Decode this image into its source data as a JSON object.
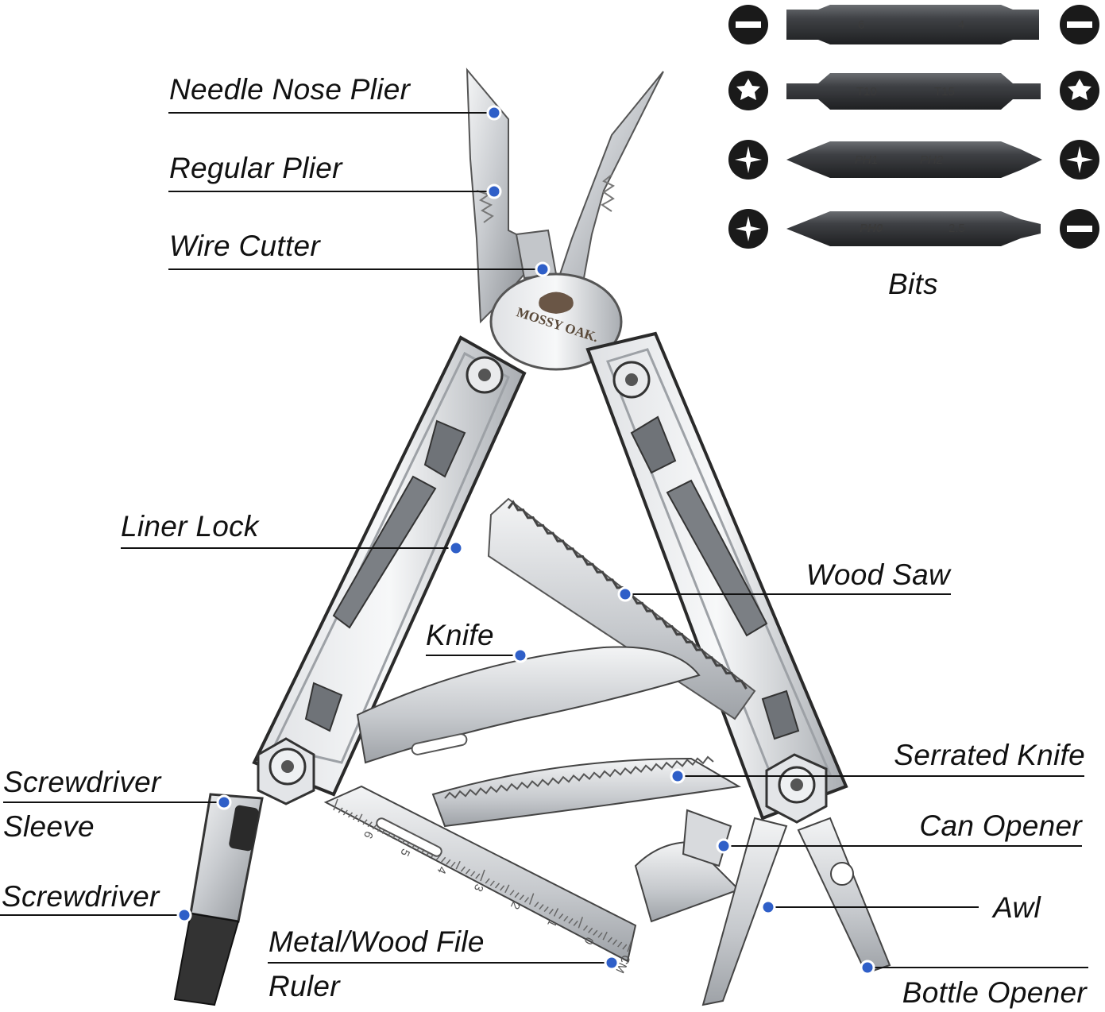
{
  "brand_logo": "MOSSY OAK.",
  "ruler_numbers": [
    "6",
    "5",
    "4",
    "3",
    "2",
    "1",
    "0",
    "CM"
  ],
  "labels": {
    "needle_nose": "Needle Nose Plier",
    "regular_plier": "Regular Plier",
    "wire_cutter": "Wire Cutter",
    "liner_lock": "Liner Lock",
    "wood_saw": "Wood Saw",
    "knife": "Knife",
    "serrated_knife": "Serrated Knife",
    "screwdriver_sleeve_1": "Screwdriver",
    "screwdriver_sleeve_2": "Sleeve",
    "screwdriver": "Screwdriver",
    "can_opener": "Can Opener",
    "awl": "Awl",
    "metal_file": "Metal/Wood File",
    "ruler": "Ruler",
    "bottle_opener": "Bottle Opener",
    "bits": "Bits"
  },
  "bits": [
    {
      "left_text": "6",
      "right_text": "4",
      "left_icon": "slotted-icon",
      "right_icon": "slotted-icon"
    },
    {
      "left_text": "T10",
      "right_text": "T15",
      "left_icon": "torx-icon",
      "right_icon": "torx-icon"
    },
    {
      "left_text": "PH1",
      "right_text": "PH2",
      "left_icon": "phillips-icon",
      "right_icon": "phillips-icon"
    },
    {
      "left_text": "PH0",
      "right_text": "2.5",
      "left_icon": "phillips-icon",
      "right_icon": "slotted-icon"
    }
  ],
  "colors": {
    "steel_light": "#e4e6e8",
    "steel_mid": "#b9bcc0",
    "steel_dark": "#6f7378",
    "bit_body": "#3b3d40",
    "marker_dot": "#2f5fc8",
    "line": "#111111"
  }
}
